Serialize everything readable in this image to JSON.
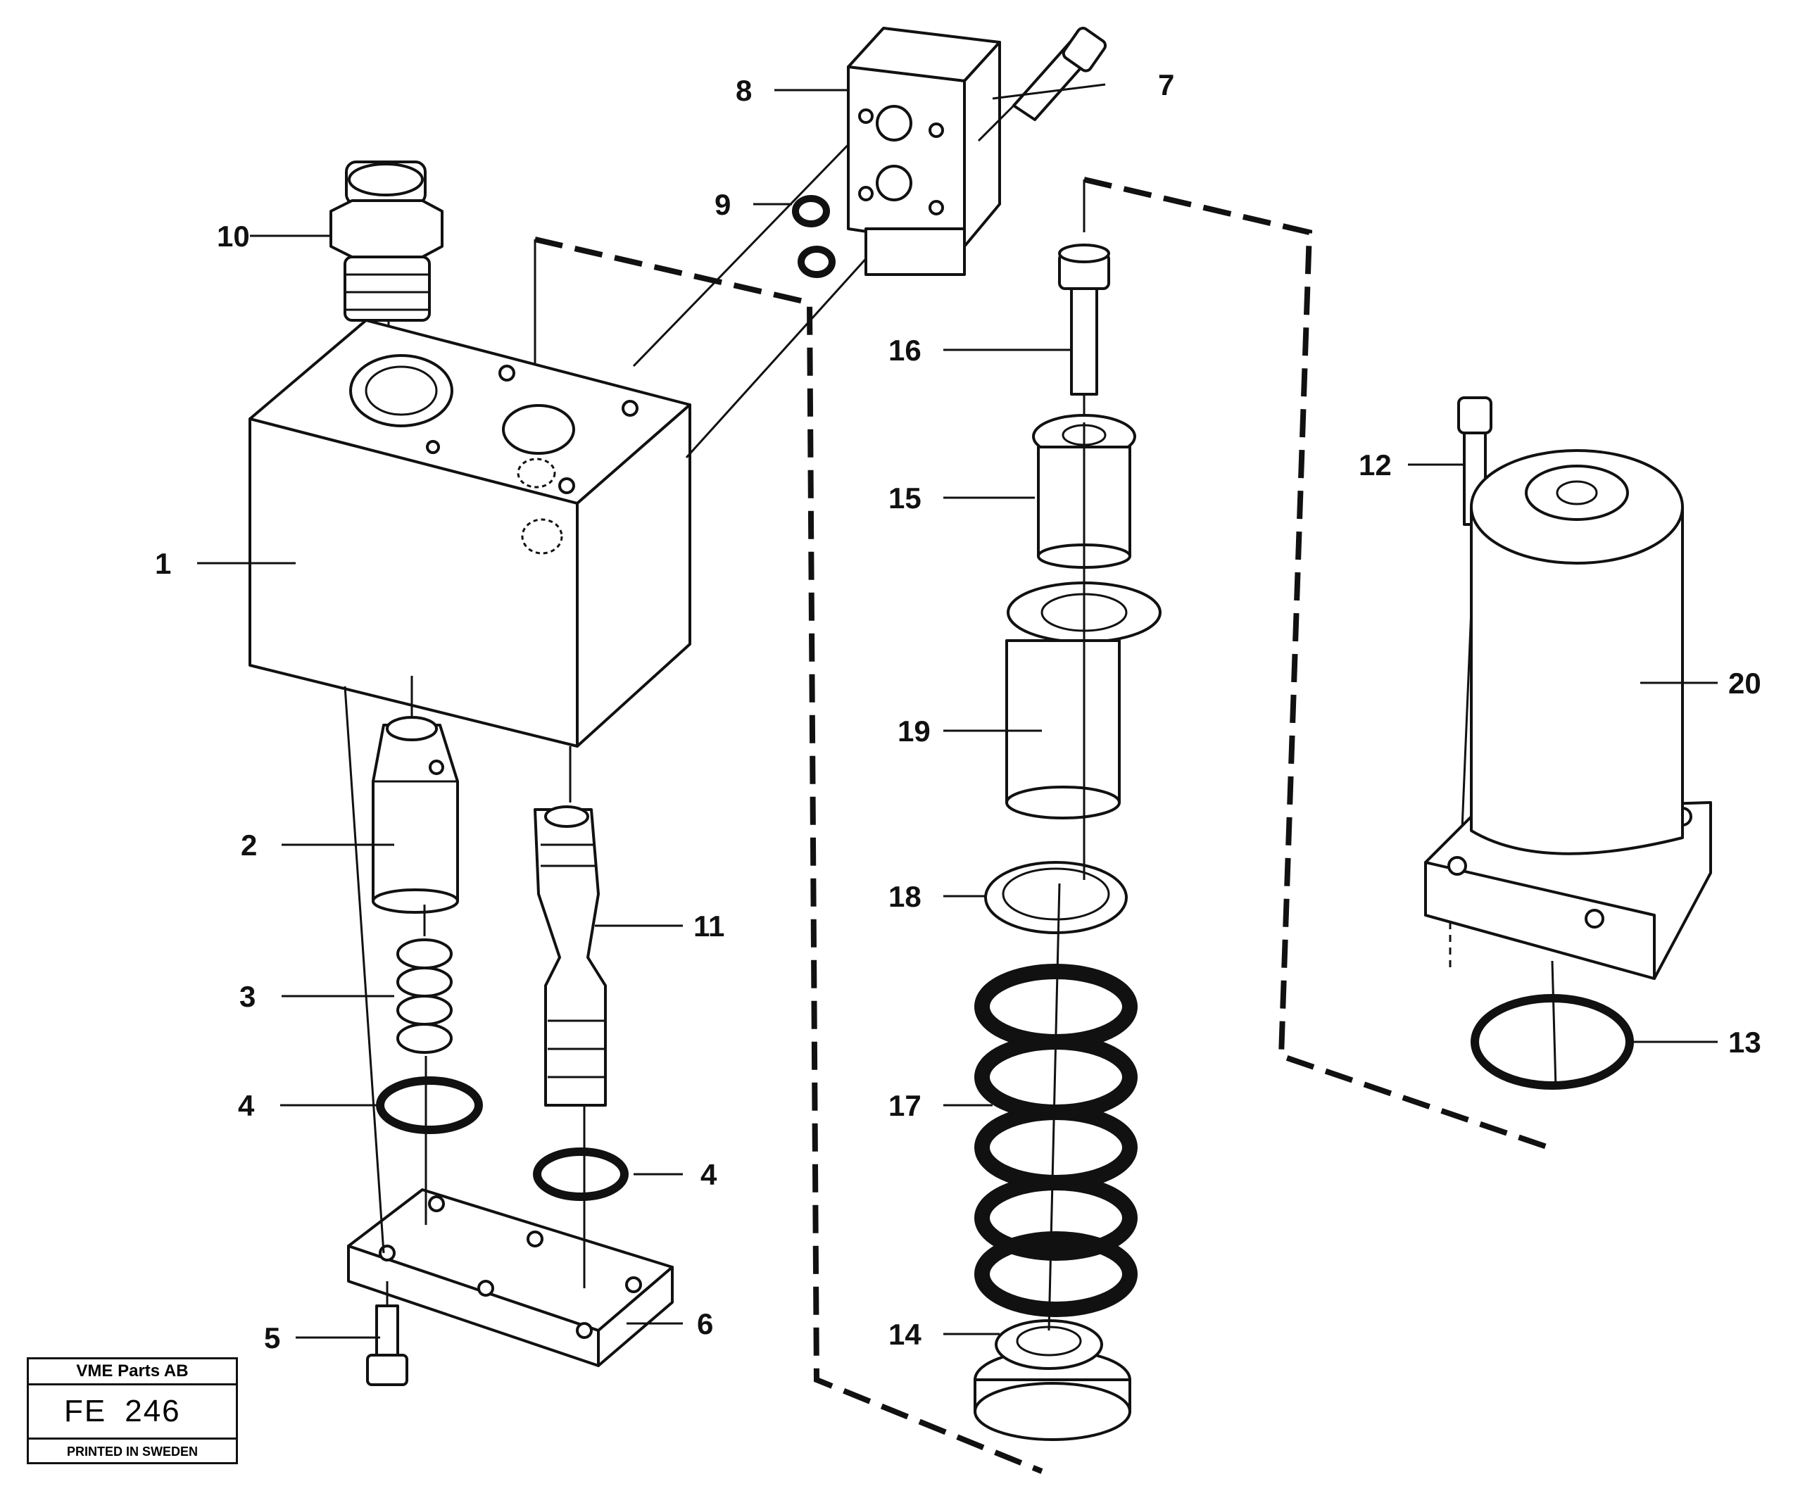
{
  "callouts": [
    {
      "id": "1",
      "label": "1"
    },
    {
      "id": "2",
      "label": "2"
    },
    {
      "id": "3",
      "label": "3"
    },
    {
      "id": "4a",
      "label": "4"
    },
    {
      "id": "4b",
      "label": "4"
    },
    {
      "id": "5",
      "label": "5"
    },
    {
      "id": "6",
      "label": "6"
    },
    {
      "id": "7",
      "label": "7"
    },
    {
      "id": "8",
      "label": "8"
    },
    {
      "id": "9",
      "label": "9"
    },
    {
      "id": "10",
      "label": "10"
    },
    {
      "id": "11",
      "label": "11"
    },
    {
      "id": "12",
      "label": "12"
    },
    {
      "id": "13",
      "label": "13"
    },
    {
      "id": "14",
      "label": "14"
    },
    {
      "id": "15",
      "label": "15"
    },
    {
      "id": "16",
      "label": "16"
    },
    {
      "id": "17",
      "label": "17"
    },
    {
      "id": "18",
      "label": "18"
    },
    {
      "id": "19",
      "label": "19"
    },
    {
      "id": "20",
      "label": "20"
    }
  ],
  "title_block": {
    "company": "VME Parts AB",
    "group_code": "FE",
    "group_number": "246",
    "printed": "PRINTED IN SWEDEN"
  }
}
